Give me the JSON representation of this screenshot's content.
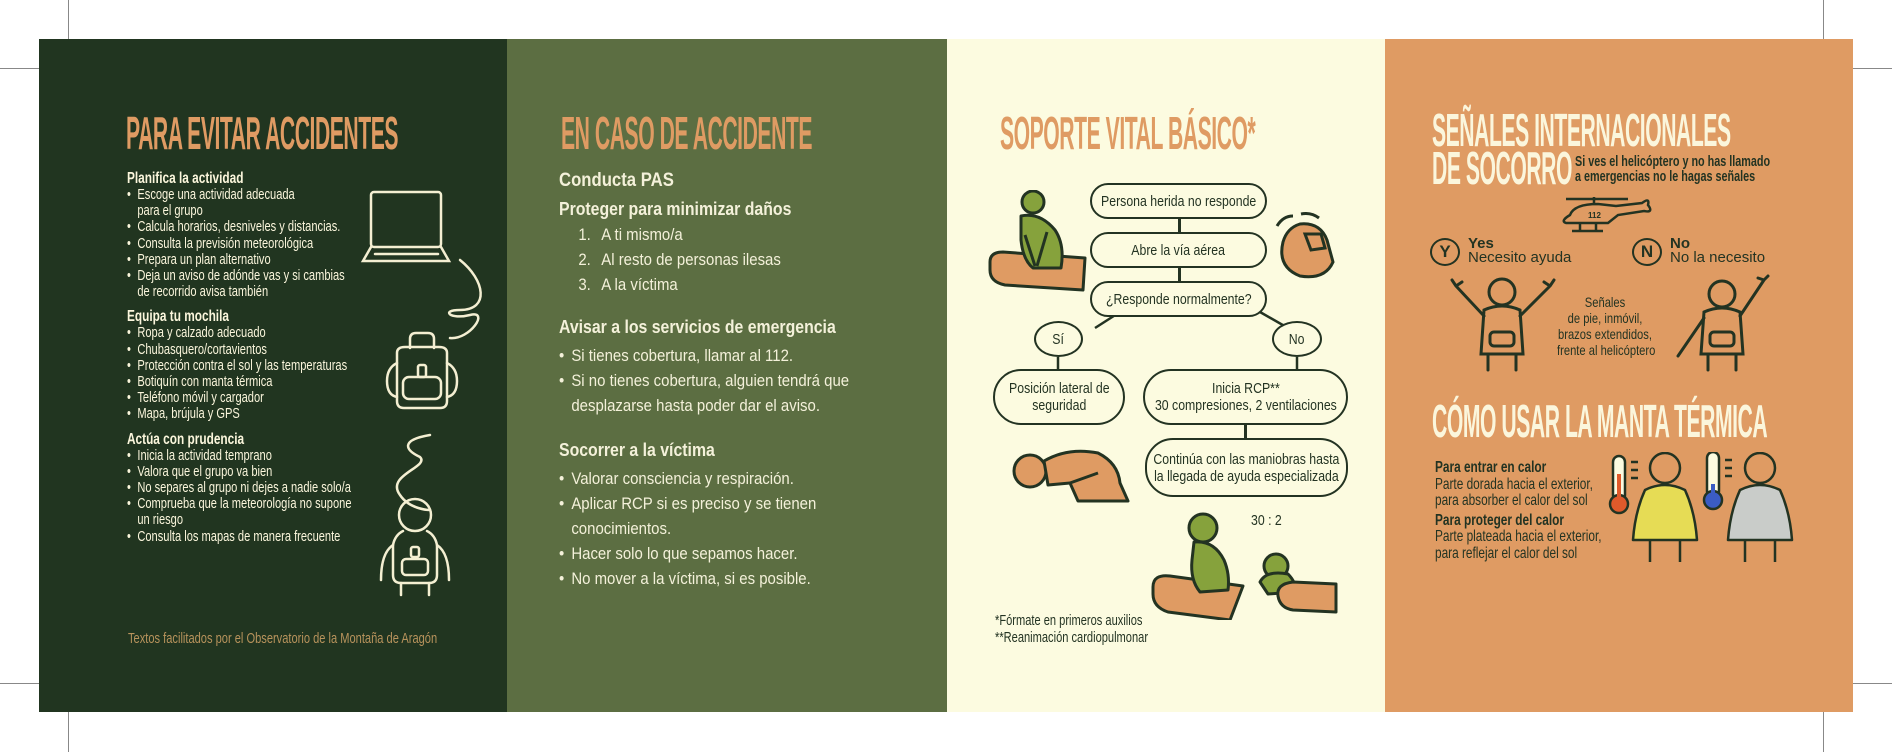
{
  "panel1": {
    "title": "PARA EVITAR ACCIDENTES",
    "sections": [
      {
        "heading": "Planifica la actividad",
        "items": [
          "Escoge una actividad adecuada\npara el grupo",
          "Calcula horarios, desniveles y distancias.",
          "Consulta la previsión meteorológica",
          "Prepara un plan alternativo",
          "Deja un aviso de adónde vas y si cambias\nde recorrido avisa también"
        ]
      },
      {
        "heading": "Equipa tu mochila",
        "items": [
          "Ropa y calzado adecuado",
          "Chubasquero/cortavientos",
          "Protección contra el sol y las temperaturas",
          "Botiquín con manta térmica",
          "Teléfono móvil y cargador",
          "Mapa, brújula y GPS"
        ]
      },
      {
        "heading": "Actúa con prudencia",
        "items": [
          "Inicia la actividad temprano",
          "Valora que el grupo va bien",
          "No separes al grupo ni dejes a nadie solo/a",
          "Comprueba que la meteorología no supone\nun riesgo",
          "Consulta los mapas de manera frecuente"
        ]
      }
    ],
    "footer": "Textos facilitados por el Observatorio de la Montaña de Aragón"
  },
  "panel2": {
    "title": "EN CASO DE ACCIDENTE",
    "conducta": "Conducta PAS",
    "proteger": {
      "heading": "Proteger para minimizar daños",
      "items": [
        {
          "n": "1.",
          "t": "A ti mismo/a"
        },
        {
          "n": "2.",
          "t": "Al resto de personas ilesas"
        },
        {
          "n": "3.",
          "t": "A la víctima"
        }
      ]
    },
    "avisar": {
      "heading": "Avisar a los servicios de emergencia",
      "items": [
        "Si tienes cobertura, llamar al 112.",
        "Si no tienes cobertura, alguien tendrá que\ndesplazarse hasta poder dar el aviso."
      ]
    },
    "socorrer": {
      "heading": "Socorrer a la víctima",
      "items": [
        "Valorar consciencia y respiración.",
        "Aplicar RCP si es preciso y se tienen\nconocimientos.",
        "Hacer solo lo que sepamos hacer.",
        "No mover a la víctima, si es posible."
      ]
    }
  },
  "panel3": {
    "title": "SOPORTE VITAL BÁSICO*",
    "flow": {
      "step1": "Persona herida no responde",
      "step2": "Abre la vía aérea",
      "step3": "¿Responde normalmente?",
      "yes": "Sí",
      "no": "No",
      "yes_action": "Posición lateral de\nseguridad",
      "no_action": "Inicia RCP**\n30 compresiones, 2 ventilaciones",
      "continue": "Continúa con las maniobras hasta\nla llegada de ayuda especializada"
    },
    "ratio": "30 : 2",
    "footnotes": [
      "*Fórmate en primeros auxilios",
      "**Reanimación cardiopulmonar"
    ]
  },
  "panel4": {
    "title_line1": "SEÑALES INTERNACIONALES",
    "title_line2": "DE SOCORRO",
    "subtitle": "Si ves el helicóptero y no has llamado\na emergencias no le hagas señales",
    "helicopter_label": "112",
    "yes": {
      "letter": "Y",
      "label": "Yes",
      "text": "Necesito ayuda"
    },
    "no": {
      "letter": "N",
      "label": "No",
      "text": "No la necesito"
    },
    "signal_note": "Señales\nde pie, inmóvil,\nbrazos extendidos,\nfrente al helicóptero",
    "title2": "CÓMO USAR LA MANTA TÉRMICA",
    "warm": {
      "heading": "Para entrar en calor",
      "text": "Parte dorada hacia el exterior,\npara absorber el calor del sol"
    },
    "protect": {
      "heading": "Para proteger del calor",
      "text": "Parte plateada hacia el exterior,\npara reflejar el calor del sol"
    }
  },
  "colors": {
    "dark_green": "#213520",
    "mid_green": "#5c6e42",
    "cream": "#fcfbe0",
    "orange": "#df9b63",
    "ink": "#233322",
    "figure_green": "#86a23c"
  }
}
